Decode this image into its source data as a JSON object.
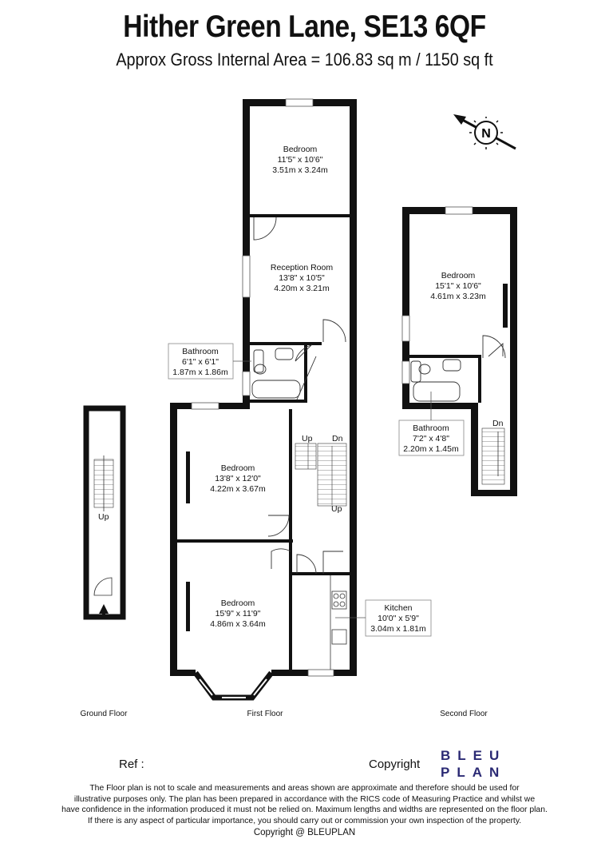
{
  "header": {
    "title": "Hither Green Lane, SE13 6QF",
    "subtitle": "Approx Gross Internal Area = 106.83 sq m / 1150 sq ft"
  },
  "compass": {
    "label": "N"
  },
  "rooms": {
    "bedroom_top": {
      "name": "Bedroom",
      "imperial": "11'5\" x 10'6\"",
      "metric": "3.51m x 3.24m"
    },
    "reception": {
      "name": "Reception Room",
      "imperial": "13'8\" x 10'5\"",
      "metric": "4.20m x 3.21m"
    },
    "bathroom_first": {
      "name": "Bathroom",
      "imperial": "6'1\" x 6'1\"",
      "metric": "1.87m x 1.86m"
    },
    "bedroom_mid": {
      "name": "Bedroom",
      "imperial": "13'8\" x 12'0\"",
      "metric": "4.22m x 3.67m"
    },
    "bedroom_bay": {
      "name": "Bedroom",
      "imperial": "15'9\" x 11'9\"",
      "metric": "4.86m x 3.64m"
    },
    "kitchen": {
      "name": "Kitchen",
      "imperial": "10'0\" x 5'9\"",
      "metric": "3.04m x 1.81m"
    },
    "bedroom_second": {
      "name": "Bedroom",
      "imperial": "15'1\" x 10'6\"",
      "metric": "4.61m x 3.23m"
    },
    "bathroom_second": {
      "name": "Bathroom",
      "imperial": "7'2\" x 4'8\"",
      "metric": "2.20m x 1.45m"
    }
  },
  "stairs": {
    "ground_up": "Up",
    "first_up_top": "Up",
    "first_dn": "Dn",
    "first_up_bottom": "Up",
    "second_dn": "Dn"
  },
  "floors": {
    "ground": "Ground Floor",
    "first": "First Floor",
    "second": "Second Floor"
  },
  "footer": {
    "ref_label": "Ref  :",
    "copyright_label": "Copyright",
    "logo_line1": "BLEU",
    "logo_line2": "PLAN",
    "logo_color": "#2b2a74",
    "disclaimer": [
      "The Floor plan is not to scale and measurements and areas shown are approximate and therefore should be used for",
      "illustrative purposes only. The plan has been prepared in accordance with the RICS code of Measuring Practice and whilst we",
      "have confidence in the information produced it must not be relied on. Maximum lengths and widths are represented on the floor plan.",
      "If there is any aspect of particular importance, you should carry out or commission your own inspection of the property."
    ],
    "copyright_line": "Copyright @ BLEUPLAN"
  }
}
